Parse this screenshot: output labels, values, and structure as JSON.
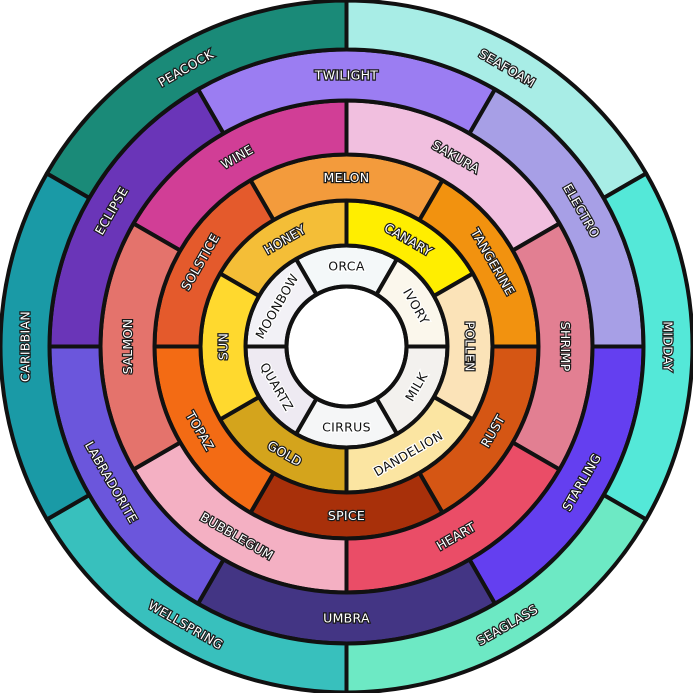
{
  "diagram": {
    "background": "#ffffff",
    "outline_color": "#111111",
    "rings": [
      {
        "name": "ring-1",
        "segments": [
          {
            "label": "ORCA",
            "color": "#f4f8f9",
            "dark_text": true
          },
          {
            "label": "IVORY",
            "color": "#fbf7ec",
            "dark_text": true
          },
          {
            "label": "MILK",
            "color": "#f3f1ee",
            "dark_text": true
          },
          {
            "label": "CIRRUS",
            "color": "#f5f6f7",
            "dark_text": true
          },
          {
            "label": "QUARTZ",
            "color": "#eeeaf2",
            "dark_text": true
          },
          {
            "label": "MOONBOW",
            "color": "#f2f1f6",
            "dark_text": true
          }
        ]
      },
      {
        "name": "ring-2",
        "segments": [
          {
            "label": "HONEY",
            "color": "#f4be37",
            "dark_text": false
          },
          {
            "label": "CANARY",
            "color": "#ffee00",
            "dark_text": false
          },
          {
            "label": "POLLEN",
            "color": "#fbe3b8",
            "dark_text": false
          },
          {
            "label": "DANDELION",
            "color": "#fbe5a2",
            "dark_text": true
          },
          {
            "label": "GOLD",
            "color": "#d4a41c",
            "dark_text": false
          },
          {
            "label": "SUN",
            "color": "#ffd92e",
            "dark_text": false
          }
        ]
      },
      {
        "name": "ring-3",
        "segments": [
          {
            "label": "MELON",
            "color": "#f39b3c",
            "dark_text": false
          },
          {
            "label": "TANGERINE",
            "color": "#f2920f",
            "dark_text": false
          },
          {
            "label": "RUST",
            "color": "#d55614",
            "dark_text": false
          },
          {
            "label": "SPICE",
            "color": "#a8300a",
            "dark_text": false
          },
          {
            "label": "TOPAZ",
            "color": "#f36b14",
            "dark_text": false
          },
          {
            "label": "SOLSTICE",
            "color": "#e45a2c",
            "dark_text": false
          }
        ]
      },
      {
        "name": "ring-4",
        "segments": [
          {
            "label": "WINE",
            "color": "#d13e96",
            "dark_text": false
          },
          {
            "label": "SAKURA",
            "color": "#f1bfdf",
            "dark_text": false
          },
          {
            "label": "SHRIMP",
            "color": "#e27f92",
            "dark_text": false
          },
          {
            "label": "HEART",
            "color": "#ea4d67",
            "dark_text": false
          },
          {
            "label": "BUBBLEGUM",
            "color": "#f4b0c3",
            "dark_text": false
          },
          {
            "label": "SALMON",
            "color": "#e4736c",
            "dark_text": false
          }
        ]
      },
      {
        "name": "ring-5",
        "segments": [
          {
            "label": "TWILIGHT",
            "color": "#9b7df2",
            "dark_text": false
          },
          {
            "label": "ELECTRO",
            "color": "#a79fe6",
            "dark_text": false
          },
          {
            "label": "STARLING",
            "color": "#643ff0",
            "dark_text": false
          },
          {
            "label": "UMBRA",
            "color": "#433584",
            "dark_text": false
          },
          {
            "label": "LABRADORITE",
            "color": "#6b56dc",
            "dark_text": false
          },
          {
            "label": "ECLIPSE",
            "color": "#6a35b8",
            "dark_text": false
          }
        ]
      },
      {
        "name": "ring-6",
        "segments": [
          {
            "label": "PEACOCK",
            "color": "#1a8a78",
            "dark_text": false
          },
          {
            "label": "SEAFOAM",
            "color": "#a8ede6",
            "dark_text": false
          },
          {
            "label": "MIDDAY",
            "color": "#54e8d8",
            "dark_text": false
          },
          {
            "label": "SEAGLASS",
            "color": "#6de9c4",
            "dark_text": false
          },
          {
            "label": "WELLSPRING",
            "color": "#38c0bd",
            "dark_text": false
          },
          {
            "label": "CARIBBIAN",
            "color": "#1a9aa6",
            "dark_text": false
          }
        ]
      }
    ]
  }
}
